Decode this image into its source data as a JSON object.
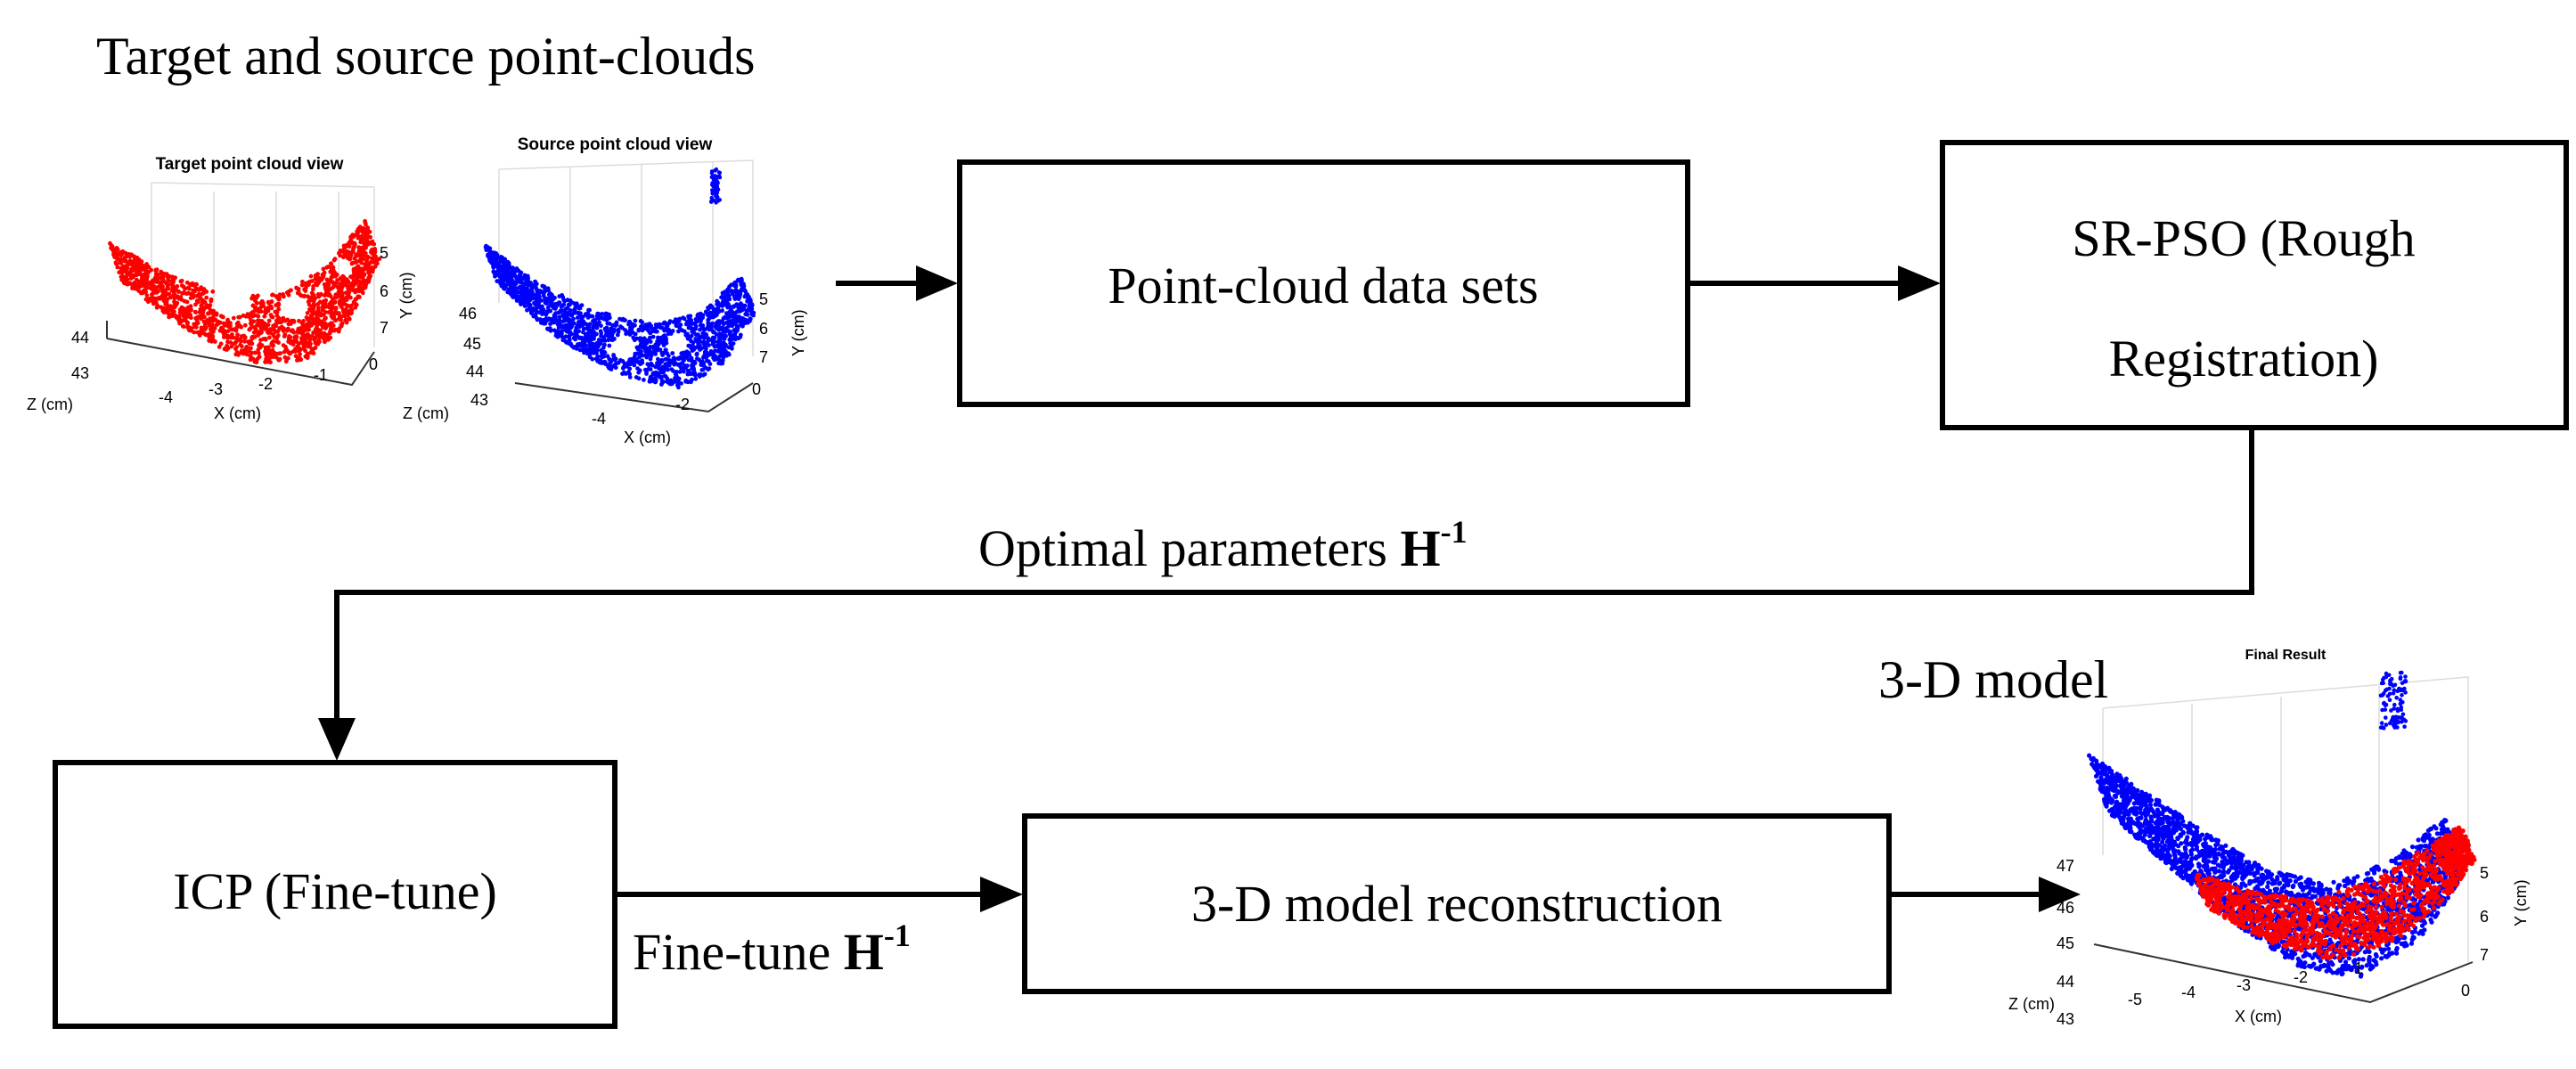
{
  "colors": {
    "target": "#ff0000",
    "source": "#0000ff",
    "stroke": "#000000"
  },
  "labels": {
    "target_source_title": "Target and source point-clouds",
    "model_title": "3-D model",
    "optimal": "Optimal parameters ",
    "finetune": "Fine-tune ",
    "h": "H",
    "sup": "-1"
  },
  "boxes": {
    "pointcloud": "Point-cloud data sets",
    "srpso_line1": "SR-PSO (Rough",
    "srpso_line2": "Registration)",
    "icp": "ICP (Fine-tune)",
    "recon": "3-D model reconstruction"
  },
  "plots": {
    "target": {
      "title": "Target point cloud view",
      "xlabel": "X (cm)",
      "ylabel": "Y (cm)",
      "zlabel": "Z (cm)",
      "xticks": [
        "-4",
        "-3",
        "-2",
        "-1",
        "0"
      ],
      "yticks": [
        "5",
        "6",
        "7"
      ],
      "zticks": [
        "44",
        "43"
      ]
    },
    "source": {
      "title": "Source point cloud view",
      "xlabel": "X (cm)",
      "ylabel": "Y (cm)",
      "zlabel": "Z (cm)",
      "xticks": [
        "-4",
        "-2",
        "0"
      ],
      "yticks": [
        "5",
        "6",
        "7"
      ],
      "zticks": [
        "46",
        "45",
        "44",
        "43"
      ]
    },
    "final": {
      "title": "Final Result",
      "xlabel": "X (cm)",
      "ylabel": "Y (cm)",
      "zlabel": "Z (cm)",
      "xticks": [
        "-5",
        "-4",
        "-3",
        "-2",
        "-1",
        "0"
      ],
      "yticks": [
        "5",
        "6",
        "7"
      ],
      "zticks": [
        "47",
        "46",
        "45",
        "44",
        "43"
      ]
    }
  }
}
